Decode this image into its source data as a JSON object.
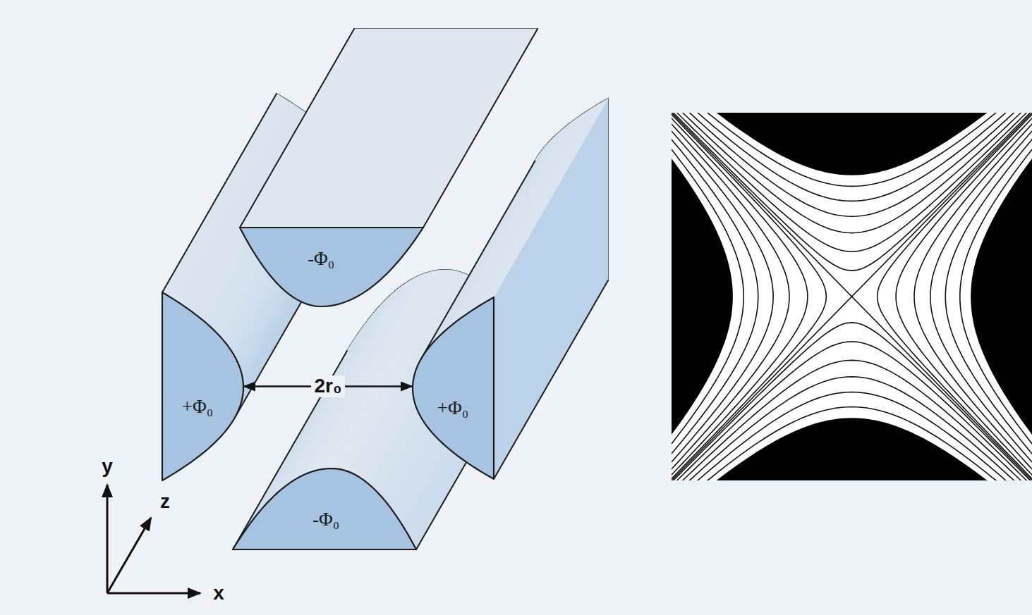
{
  "diagram": {
    "nodes": [
      {
        "text": [
          "-Φ₀"
        ]
      },
      {
        "text": [
          "+Φ₀"
        ]
      },
      {
        "text": [
          "+Φ₀"
        ]
      },
      {
        "text": [
          "-Φ₀"
        ]
      }
    ],
    "edges": [
      {
        "from": 1,
        "to": 2,
        "arrow": "both",
        "label": "2r₀"
      }
    ],
    "labels": [
      "y",
      "z",
      "x"
    ]
  }
}
